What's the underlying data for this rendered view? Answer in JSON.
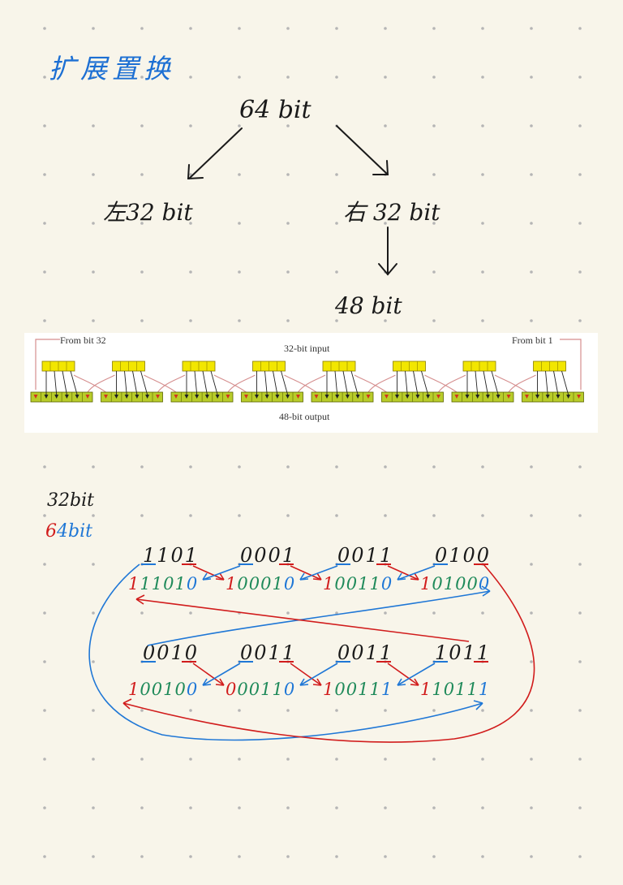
{
  "title": "扩展置换",
  "tree": {
    "root": "64 bit",
    "left": "左32 bit",
    "right": "右 32 bit",
    "result": "48 bit"
  },
  "figure": {
    "from_left": "From bit 32",
    "input_label": "32-bit input",
    "from_right": "From bit 1",
    "output_label": "48-bit output"
  },
  "legend": {
    "black": "32bit",
    "colored": "64bit"
  },
  "example": {
    "row1_input": [
      "1101",
      "0001",
      "0011",
      "0100"
    ],
    "row1_output": [
      "111010",
      "100010",
      "100110",
      "101000"
    ],
    "row2_input": [
      "0010",
      "0011",
      "0011",
      "1011"
    ],
    "row2_output": [
      "100100",
      "000110",
      "100111",
      "110111"
    ]
  },
  "colors": {
    "background": "#f8f5ea",
    "dots": "#b5b5b5",
    "title": "#1c6fd3",
    "ink": "#1a1a1a",
    "red": "#d11c1c",
    "green": "#1f8a5a",
    "blue": "#1f77d6",
    "box_yellow": "#f2e600",
    "box_green": "#b8cc2a",
    "wire": "#d58e8e"
  }
}
